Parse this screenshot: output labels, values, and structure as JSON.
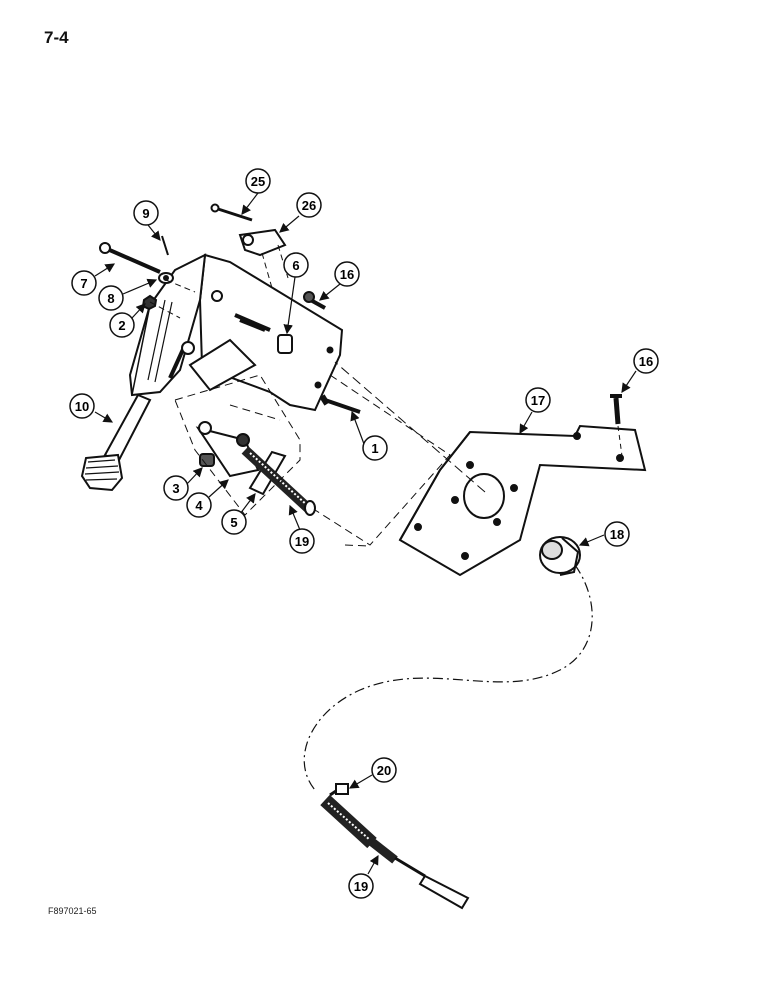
{
  "page": {
    "number": "7-4",
    "figure_ref": "F897021-65"
  },
  "callouts": [
    {
      "id": "c25",
      "label": "25"
    },
    {
      "id": "c26",
      "label": "26"
    },
    {
      "id": "c9",
      "label": "9"
    },
    {
      "id": "c6",
      "label": "6"
    },
    {
      "id": "c16a",
      "label": "16"
    },
    {
      "id": "c7",
      "label": "7"
    },
    {
      "id": "c8",
      "label": "8"
    },
    {
      "id": "c2",
      "label": "2"
    },
    {
      "id": "c16b",
      "label": "16"
    },
    {
      "id": "c17",
      "label": "17"
    },
    {
      "id": "c10",
      "label": "10"
    },
    {
      "id": "c1",
      "label": "1"
    },
    {
      "id": "c3",
      "label": "3"
    },
    {
      "id": "c4",
      "label": "4"
    },
    {
      "id": "c5",
      "label": "5"
    },
    {
      "id": "c19a",
      "label": "19"
    },
    {
      "id": "c18",
      "label": "18"
    },
    {
      "id": "c20",
      "label": "20"
    },
    {
      "id": "c19b",
      "label": "19"
    }
  ]
}
